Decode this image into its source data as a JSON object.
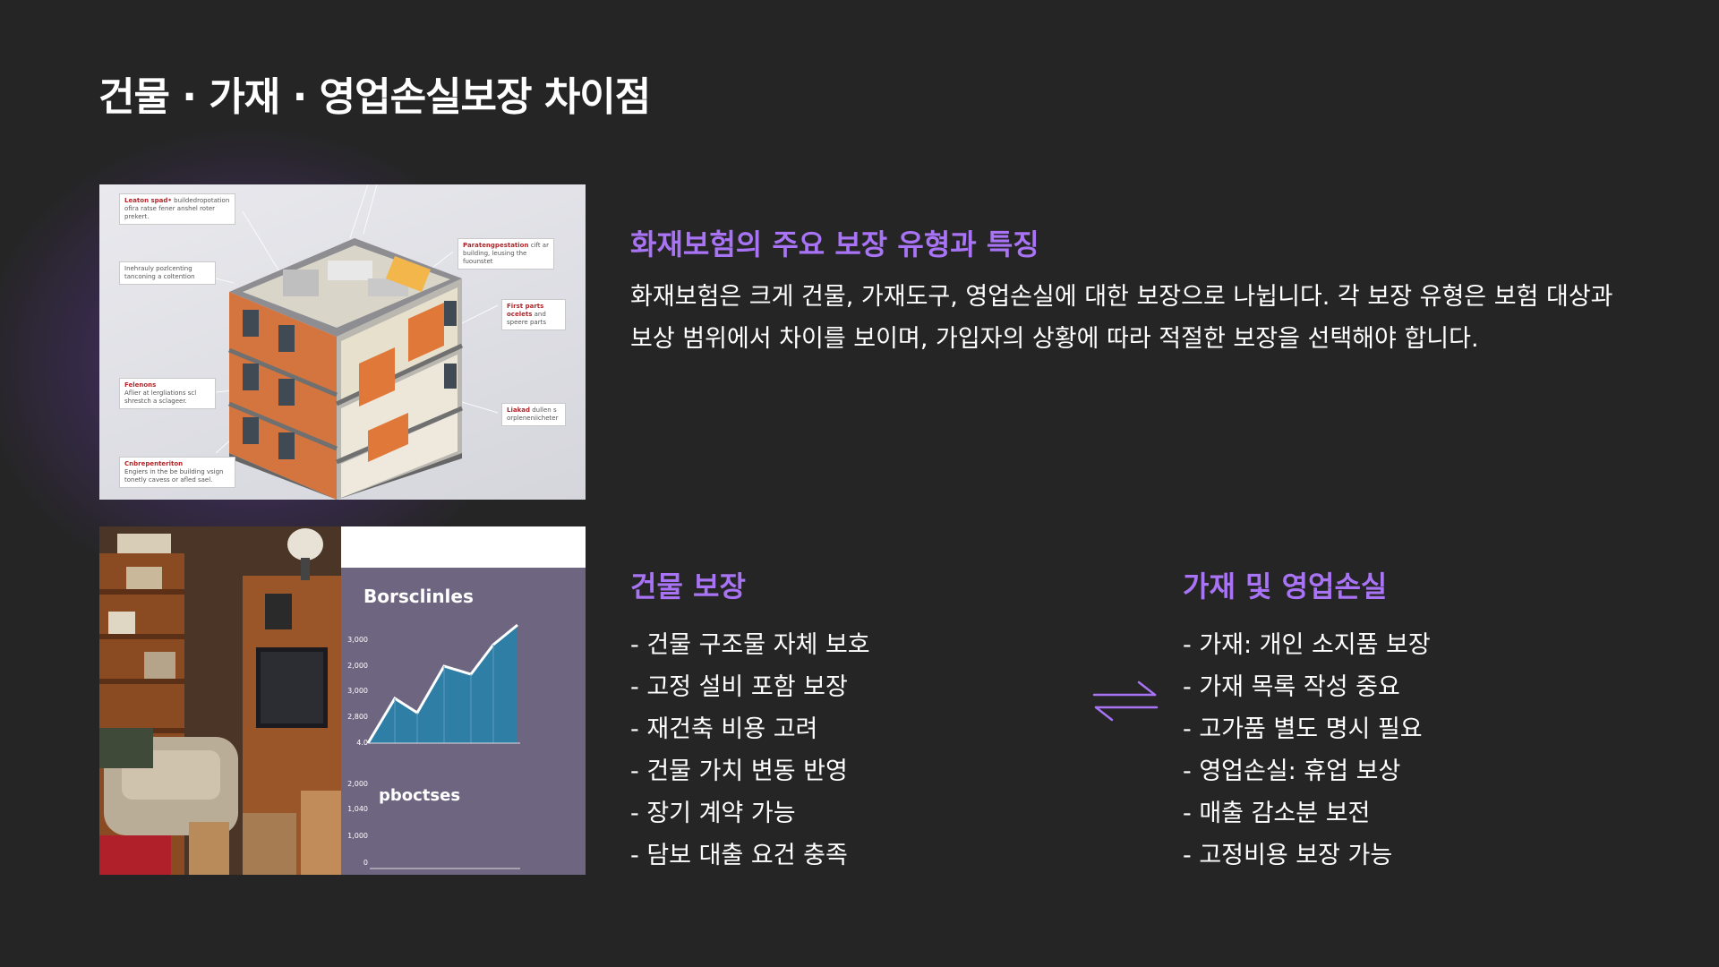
{
  "page": {
    "title": "건물 · 가재 · 영업손실보장 차이점"
  },
  "top_image": {
    "tags": [
      {
        "head": "Leaton spad•",
        "body": "buildedropotation ofira ratse fener anshel roter prekert."
      },
      {
        "head": "",
        "body": "Inehrauly pozlcenting tanconing a coltention"
      },
      {
        "head": "Felenons",
        "body": "Aflier at lergliations scl shrestch a sclageer."
      },
      {
        "head": "Cnbrepenteriton",
        "body": "Engiers in the be building vsign tonetly cavess or afled sael."
      },
      {
        "head": "Paratengpestation",
        "body": "cift ar building, leusing the fuounstet"
      },
      {
        "head": "First parts ocelets",
        "body": "and speere parts"
      },
      {
        "head": "Liakad",
        "body": "dullen s orpleneniicheter"
      }
    ]
  },
  "bottom_image": {
    "chart_title": "Borsclinles",
    "chart_subtitle": "pboctses",
    "chart_ticks": [
      "3,000",
      "2,000",
      "3,000",
      "2,800",
      "4.0",
      "2,000",
      "1,040",
      "1,000",
      "0"
    ]
  },
  "section_intro": {
    "heading": "화재보험의 주요 보장 유형과 특징",
    "body": "화재보험은 크게 건물, 가재도구, 영업손실에 대한 보장으로 나뉩니다. 각 보장 유형은 보험 대상과 보상 범위에서 차이를 보이며, 가입자의 상황에 따라 적절한 보장을 선택해야 합니다."
  },
  "building": {
    "heading": "건물 보장",
    "items": [
      "- 건물 구조물 자체 보호",
      "- 고정 설비 포함 보장",
      "- 재건축 비용 고려",
      "- 건물 가치 변동 반영",
      "- 장기 계약 가능",
      "- 담보 대출 요건 충족"
    ]
  },
  "contents": {
    "heading": "가재 및 영업손실",
    "items": [
      "- 가재: 개인 소지품 보장",
      "- 가재 목록 작성 중요",
      "- 고가품 별도 명시 필요",
      "- 영업손실: 휴업 보상",
      "- 매출 감소분 보전",
      "- 고정비용 보장 가능"
    ]
  },
  "colors": {
    "background": "#252525",
    "accent": "#a873f5",
    "text": "#ffffff"
  },
  "icons": {
    "exchange": "exchange-arrows-icon"
  }
}
